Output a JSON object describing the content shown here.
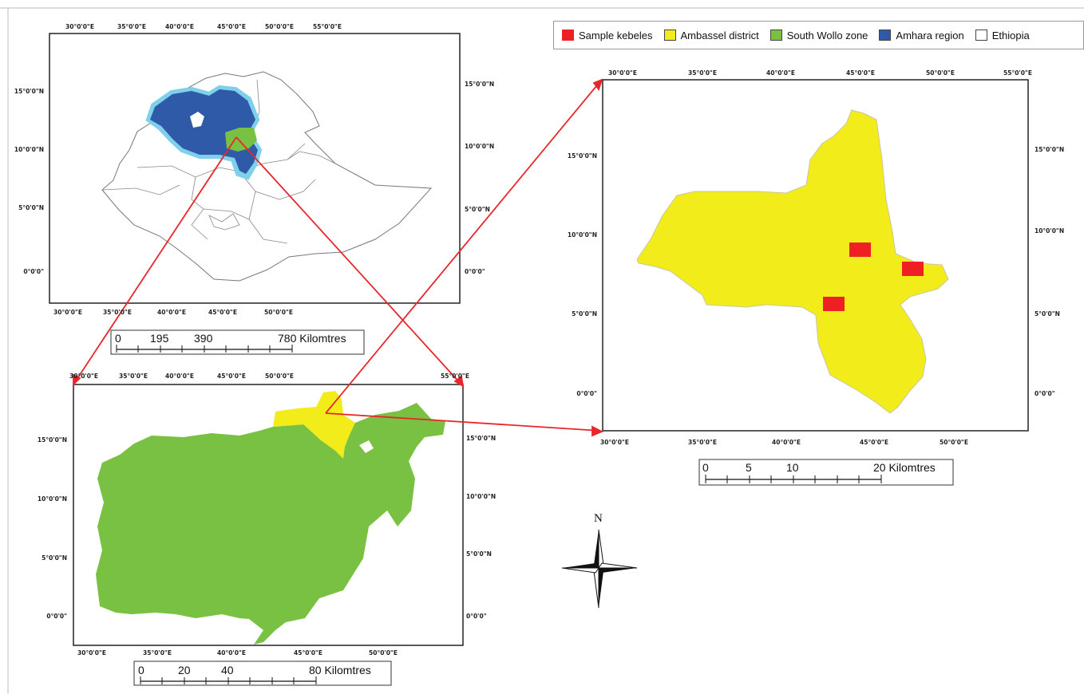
{
  "legend": [
    {
      "label": "Sample kebeles",
      "color": "#ee2024"
    },
    {
      "label": "Ambassel district",
      "color": "#f2ec1a"
    },
    {
      "label": "South Wollo zone",
      "color": "#79c143"
    },
    {
      "label": "Amhara region",
      "color": "#2e5aa8"
    },
    {
      "label": "Ethiopia",
      "color": "#ffffff"
    }
  ],
  "map_top_left": {
    "x_ticks_top": [
      "30°0'0\"E",
      "35°0'0\"E",
      "40°0'0\"E",
      "45°0'0\"E",
      "50°0'0\"E",
      "55°0'0\"E"
    ],
    "x_ticks_bottom": [
      "30°0'0\"E",
      "35°0'0\"E",
      "40°0'0\"E",
      "45°0'0\"E",
      "50°0'0\"E"
    ],
    "y_ticks_left": [
      "15°0'0\"N",
      "10°0'0\"N",
      "5°0'0\"N",
      "0°0'0\""
    ],
    "y_ticks_right": [
      "15°0'0\"N",
      "10°0'0\"N",
      "5°0'0\"N",
      "0°0'0\""
    ],
    "scale": {
      "labels": [
        "0",
        "195",
        "390",
        "780 Kilomtres"
      ]
    }
  },
  "map_bottom_left": {
    "x_ticks_top": [
      "30°0'0\"E",
      "35°0'0\"E",
      "40°0'0\"E",
      "45°0'0\"E",
      "50°0'0\"E",
      "55°0'0\"E"
    ],
    "x_ticks_bottom": [
      "30°0'0\"E",
      "35°0'0\"E",
      "40°0'0\"E",
      "45°0'0\"E",
      "50°0'0\"E"
    ],
    "y_ticks_left": [
      "15°0'0\"N",
      "10°0'0\"N",
      "5°0'0\"N",
      "0°0'0\""
    ],
    "y_ticks_right": [
      "15°0'0\"N",
      "10°0'0\"N",
      "5°0'0\"N",
      "0°0'0\""
    ],
    "scale": {
      "labels": [
        "0",
        "20",
        "40",
        "80 Kilomtres"
      ]
    }
  },
  "map_right": {
    "x_ticks_top": [
      "30°0'0\"E",
      "35°0'0\"E",
      "40°0'0\"E",
      "45°0'0\"E",
      "50°0'0\"E",
      "55°0'0\"E"
    ],
    "x_ticks_bottom": [
      "30°0'0\"E",
      "35°0'0\"E",
      "40°0'0\"E",
      "45°0'0\"E",
      "50°0'0\"E"
    ],
    "y_ticks_right": [
      "15°0'0\"N",
      "10°0'0\"N",
      "5°0'0\"N",
      "0°0'0\""
    ],
    "y_ticks_left": [
      "15°0'0\"N",
      "10°0'0\"N",
      "5°0'0\"N",
      "0°0'0\""
    ],
    "scale": {
      "labels": [
        "0",
        "5",
        "10",
        "20 Kilomtres"
      ]
    }
  },
  "north_label": "N",
  "colors": {
    "connector": "#e8262b",
    "outline": "#555555",
    "frame": "#222222"
  }
}
